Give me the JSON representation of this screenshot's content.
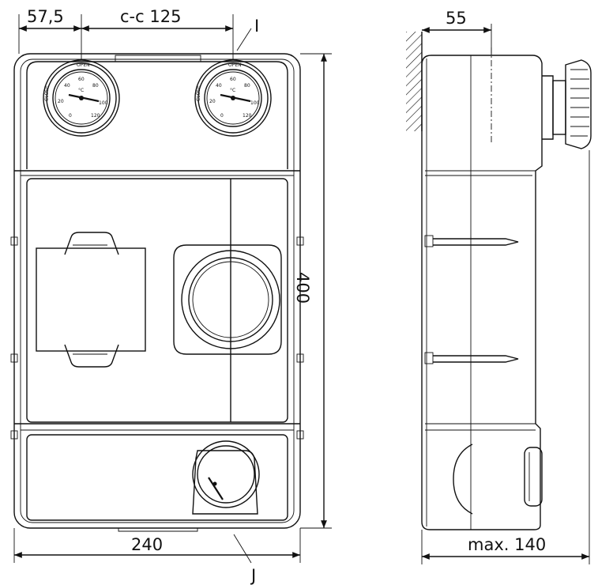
{
  "dimensions": {
    "left_offset": "57,5",
    "center_distance": "c-c 125",
    "width": "240",
    "height": "400",
    "wall_depth": "55",
    "max_depth": "max. 140"
  },
  "labels": {
    "top_connection": "I",
    "bottom_connection": "J"
  },
  "gauge_ticks": [
    "0",
    "20",
    "40",
    "60",
    "80",
    "100",
    "120"
  ],
  "gauge_text": {
    "open": "OPEN",
    "close": "CLOSE",
    "unit": "°C"
  }
}
